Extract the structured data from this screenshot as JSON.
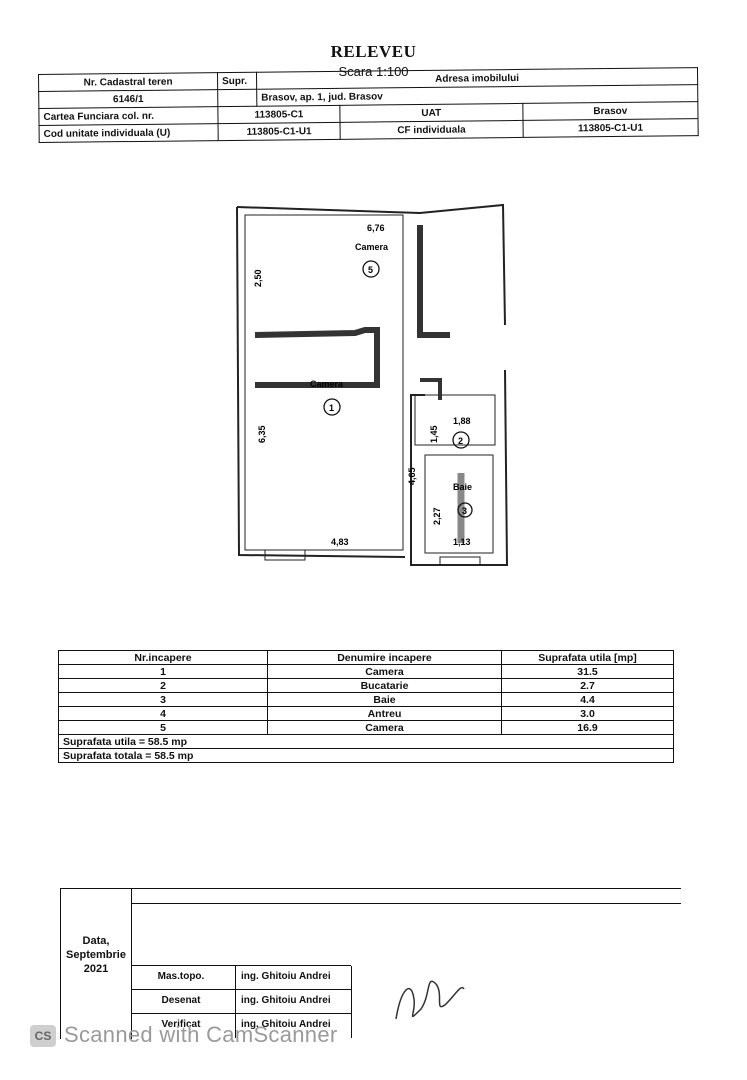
{
  "title": "RELEVEU",
  "scale": "Scara 1:100",
  "header": {
    "cadastral_label": "Nr. Cadastral teren",
    "cadastral_value": "6146/1",
    "supr_label": "Supr.",
    "address_label": "Adresa imobilului",
    "address_value": "Brasov, ap. 1, jud. Brasov",
    "cf_label": "Cartea Funciara col. nr.",
    "cf_value": "113805-C1",
    "uat_label": "UAT",
    "uat_value": "Brasov",
    "unit_code_label": "Cod unitate individuala (U)",
    "unit_code_value": "113805-C1-U1",
    "cf_individual_label": "CF individuala",
    "cf_individual_value": "113805-C1-U1"
  },
  "plan": {
    "dim_top": "6,76",
    "dim_left_top": "2,50",
    "dim_left_bottom": "6,35",
    "dim_bottom_left": "4,83",
    "dim_r2_width": "1,88",
    "dim_r2_height": "1,45",
    "dim_hall_height": "4,65",
    "dim_bath_height": "2,27",
    "dim_bath_width": "1,13",
    "label_room5": "Camera",
    "label_room1": "Camera",
    "label_bath": "Baie",
    "num_1": "1",
    "num_2": "2",
    "num_3": "3",
    "num_5": "5"
  },
  "rooms_table": {
    "headers": [
      "Nr.incapere",
      "Denumire incapere",
      "Suprafata utila [mp]"
    ],
    "rows": [
      [
        "1",
        "Camera",
        "31.5"
      ],
      [
        "2",
        "Bucatarie",
        "2.7"
      ],
      [
        "3",
        "Baie",
        "4.4"
      ],
      [
        "4",
        "Antreu",
        "3.0"
      ],
      [
        "5",
        "Camera",
        "16.9"
      ]
    ],
    "total_useful": "Suprafata utila = 58.5 mp",
    "total_area": "Suprafata totala = 58.5 mp"
  },
  "signature": {
    "date_label": "Data,",
    "date_month": "Septembrie",
    "date_year": "2021",
    "rows": [
      {
        "role": "Mas.topo.",
        "name": "ing. Ghitoiu Andrei"
      },
      {
        "role": "Desenat",
        "name": "ing. Ghitoiu Andrei"
      },
      {
        "role": "Verificat",
        "name": "ing. Ghitoiu Andrei"
      }
    ]
  },
  "watermark": "Scanned with CamScanner",
  "watermark_logo": "CS"
}
